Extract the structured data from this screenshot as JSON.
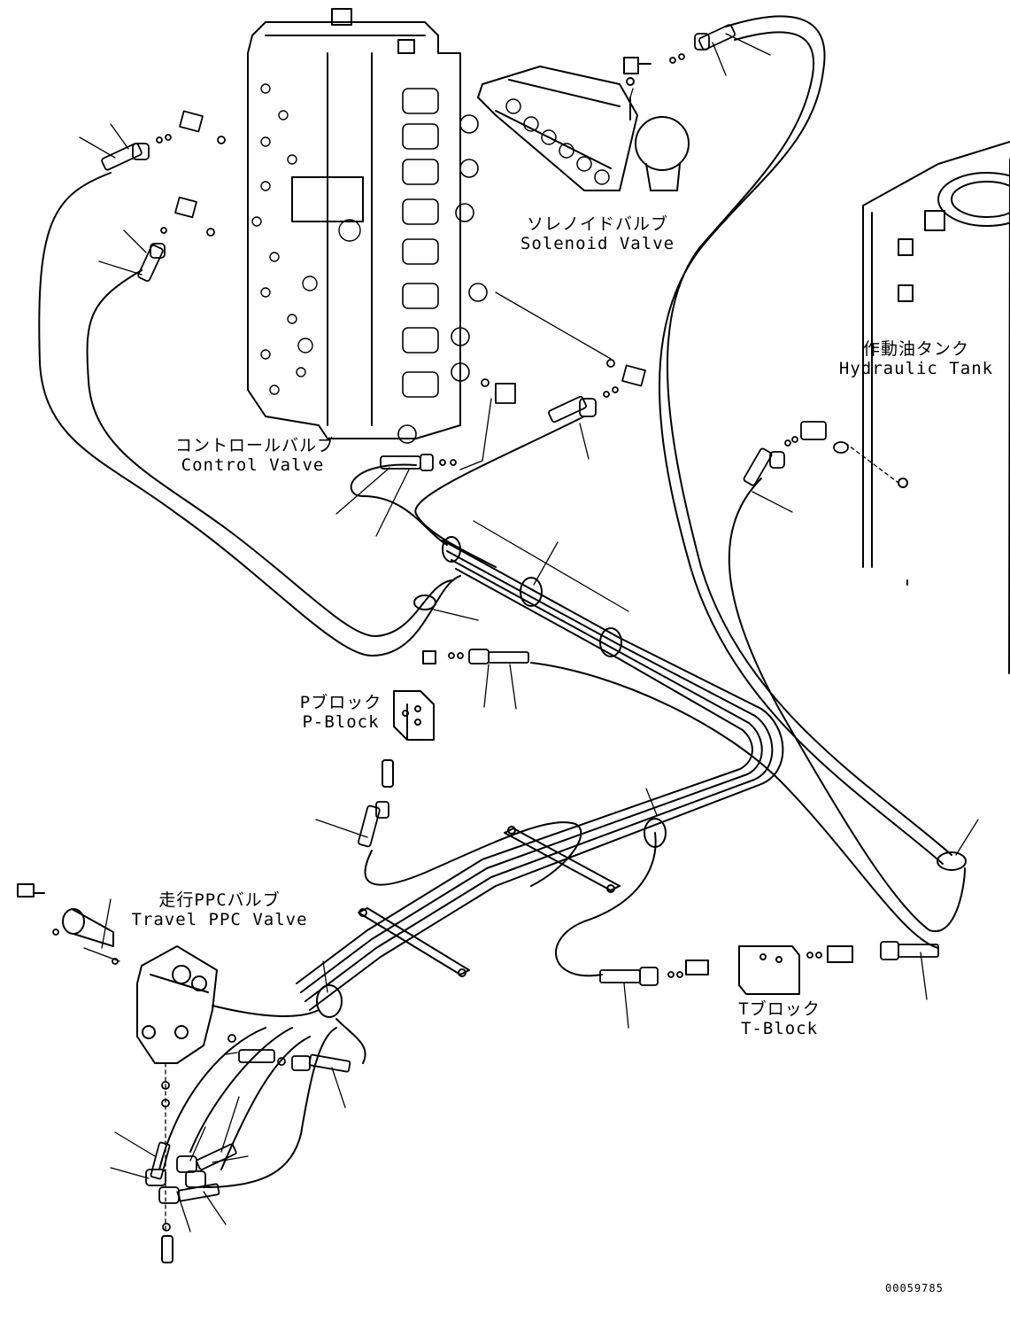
{
  "labels": {
    "solenoid_valve": {
      "jp": "ソレノイドバルブ",
      "en": "Solenoid Valve"
    },
    "control_valve": {
      "jp": "コントロールバルブ",
      "en": "Control Valve"
    },
    "hydraulic_tank": {
      "jp": "作動油タンク",
      "en": "Hydraulic Tank"
    },
    "p_block": {
      "jp": "Pブロック",
      "en": "P-Block"
    },
    "travel_ppc_valve": {
      "jp": "走行PPCバルブ",
      "en": "Travel PPC Valve"
    },
    "t_block": {
      "jp": "Tブロック",
      "en": "T-Block"
    }
  },
  "document_number": "00059785",
  "colors": {
    "line": "#000000",
    "background": "#ffffff"
  }
}
